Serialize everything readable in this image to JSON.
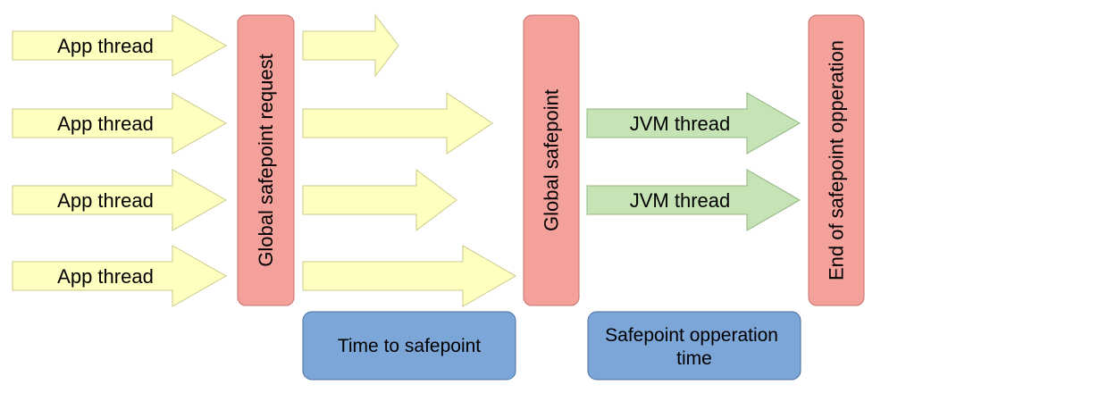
{
  "colors": {
    "app_thread_fill": "#ffffc0",
    "app_thread_stroke": "#c9c98a",
    "jvm_thread_fill": "#c5e3b4",
    "jvm_thread_stroke": "#93b482",
    "phase_fill": "#f4a19c",
    "phase_stroke": "#c8706b",
    "timing_fill": "#7da6d8",
    "timing_stroke": "#4a6f9e"
  },
  "app_threads": [
    {
      "label": "App thread"
    },
    {
      "label": "App thread"
    },
    {
      "label": "App thread"
    },
    {
      "label": "App thread"
    }
  ],
  "continuation_arrows": [
    {
      "label": ""
    },
    {
      "label": ""
    },
    {
      "label": ""
    },
    {
      "label": ""
    }
  ],
  "jvm_threads": [
    {
      "label": "JVM thread"
    },
    {
      "label": "JVM thread"
    }
  ],
  "phases": {
    "request": "Global safepoint request",
    "safepoint": "Global safepoint",
    "end": "End of safepoint opperation"
  },
  "timings": {
    "time_to_safepoint": "Time to safepoint",
    "operation_time_line1": "Safepoint opperation",
    "operation_time_line2": "time"
  }
}
